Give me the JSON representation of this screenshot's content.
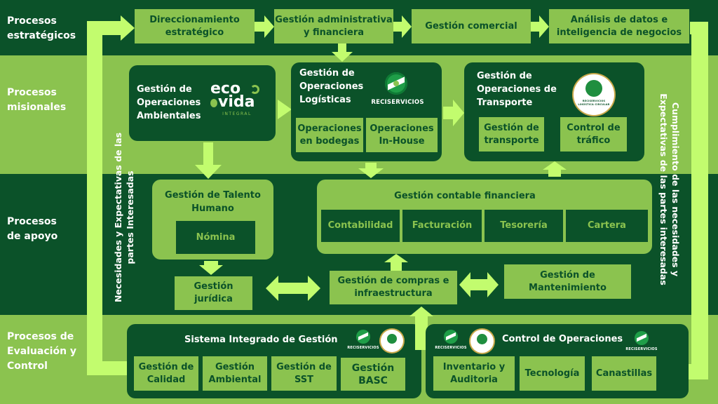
{
  "rows": [
    {
      "label": "Procesos\nestratégicos"
    },
    {
      "label": "Procesos\nmisionales"
    },
    {
      "label": "Procesos\nde apoyo"
    },
    {
      "label": "Procesos de\nEvaluación y\nControl"
    }
  ],
  "strategic": {
    "boxes": [
      "Direccionamiento\nestratégico",
      "Gestión administrativa\ny financiera",
      "Gestión comercial",
      "Análisis de datos e\ninteligencia de negocios"
    ]
  },
  "missional": {
    "ambiental": {
      "title": "Gestión de\nOperaciones\nAmbientales",
      "logo": {
        "line1": "eco",
        "line2": "vida",
        "sub": "INTEGRAL"
      }
    },
    "logistica": {
      "title": "Gestión de\nOperaciones\nLogísticas",
      "logo_text": "RECISERVICIOS",
      "sub_boxes": [
        "Operaciones\nen bodegas",
        "Operaciones\nIn-House"
      ]
    },
    "transporte": {
      "title": "Gestión de\nOperaciones de\nTransporte",
      "logo_text": "RECISERVICIOS\nLOGÍSTICA CIRCULAR",
      "sub_boxes": [
        "Gestión de\ntransporte",
        "Control de\ntráfico"
      ]
    }
  },
  "support": {
    "talento": {
      "title": "Gestión de Talento\nHumano",
      "sub_box": "Nómina"
    },
    "contable": {
      "title": "Gestión contable  financiera",
      "sub_boxes": [
        "Contabilidad",
        "Facturación",
        "Tesorería",
        "Cartera"
      ]
    },
    "juridica": "Gestión\njurídica",
    "compras": "Gestión de compras e\ninfraestructura",
    "mantenimiento": "Gestión de\nMantenimiento"
  },
  "control": {
    "sig": {
      "title": "Sistema Integrado de Gestión",
      "logo_text": "RECISERVICIOS",
      "sub_boxes": [
        "Gestión de\nCalidad",
        "Gestión\nAmbiental",
        "Gestión de\nSST",
        "Gestión\nBASC"
      ]
    },
    "operaciones": {
      "title": "Control de Operaciones",
      "logo_text": "RECISERVICIOS",
      "logo_text_right": "RECISERVICIOS",
      "sub_boxes": [
        "Inventario y\nAuditoria",
        "Tecnología",
        "Canastillas"
      ]
    }
  },
  "side_labels": {
    "left": "Necesidades y Expectativas de las\npartes Interesadas",
    "right": "Cumplimiento de las necesidades y\nExpectativas de las partes interesadas"
  },
  "colors": {
    "dark_green": "#0b5229",
    "medium_green": "#8bc34f",
    "lime": "#c2fc6e",
    "white": "#ffffff"
  }
}
